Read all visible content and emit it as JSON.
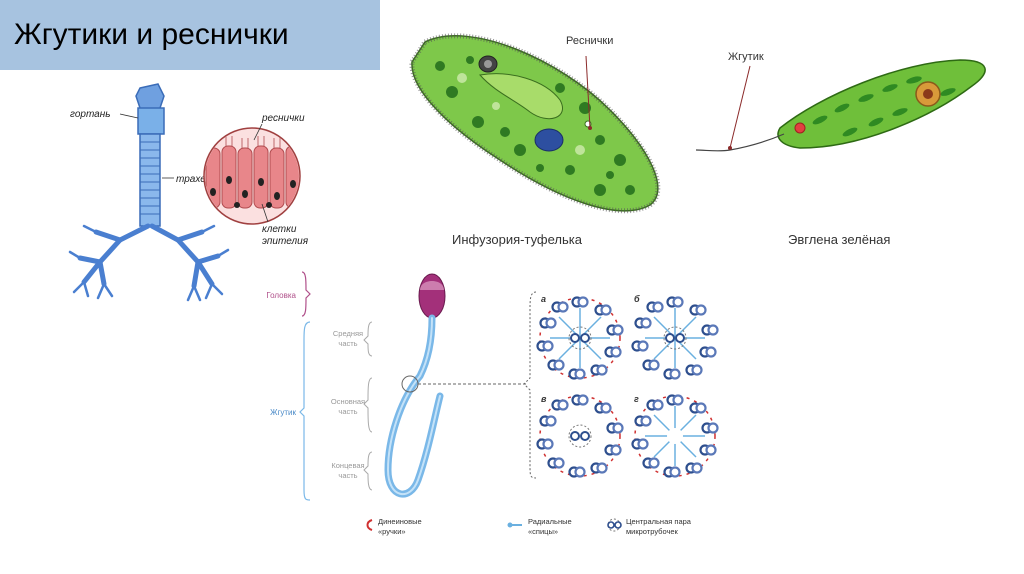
{
  "slide": {
    "title": "Жгутики и реснички"
  },
  "trachea": {
    "larynx": "гортань",
    "trachea": "трахея",
    "cilia": "реснички",
    "cells_line1": "клетки",
    "cells_line2": "эпителия"
  },
  "paramecium": {
    "pointer_label": "Реснички",
    "caption": "Инфузория-туфелька"
  },
  "euglena": {
    "pointer_label": "Жгутик",
    "caption": "Эвглена зелёная"
  },
  "sperm": {
    "head": "Головка",
    "flagellum": "Жгутик",
    "middle_line1": "Средняя",
    "middle_line2": "часть",
    "main_line1": "Основная",
    "main_line2": "часть",
    "end_line1": "Концевая",
    "end_line2": "часть"
  },
  "cross_sections": {
    "a": "а",
    "b": "б",
    "v": "в",
    "g": "г"
  },
  "legend": {
    "dynein_line1": "Динеиновые",
    "dynein_line2": "«ручки»",
    "spokes_line1": "Радиальные",
    "spokes_line2": "«спицы»",
    "pair_line1": "Центральная пара",
    "pair_line2": "микротрубочек"
  },
  "colors": {
    "title_bg": "#a7c3e0",
    "trachea_blue": "#4a7fd0",
    "epithelium_red": "#e87a7a",
    "protist_green": "#6fbf3a",
    "head_purple": "#a3307a",
    "flagellum_blue": "#7ab8e8",
    "tubule_blue": "#3a5a9a",
    "dynein_red": "#d03030",
    "spoke_lightblue": "#6ab0e0"
  }
}
